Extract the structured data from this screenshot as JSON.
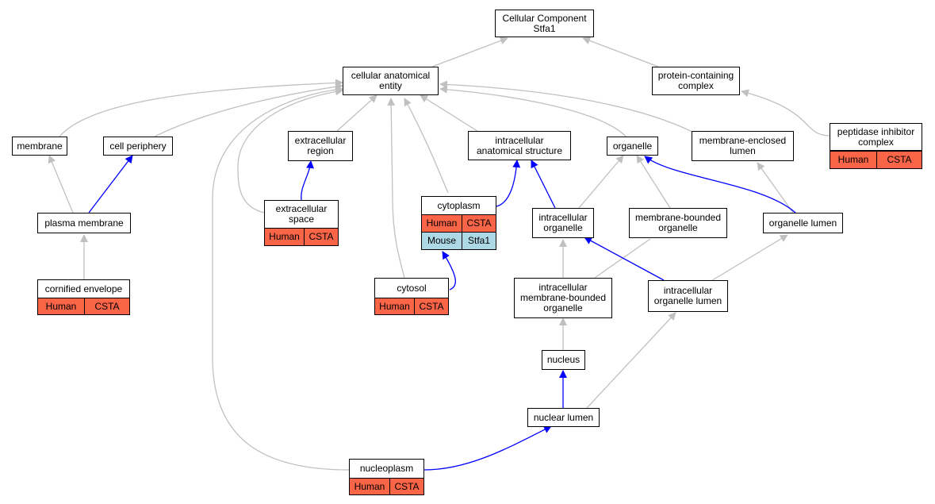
{
  "colors": {
    "inferred_edge": "#c0c0c0",
    "direct_edge": "#0000ff",
    "human_annotation": "#fa6447",
    "mouse_annotation": "#add8e6"
  },
  "nodes": {
    "root": "Cellular Component\nStfa1",
    "cellular_anatomical_entity": "cellular anatomical\nentity",
    "protein_containing_complex": "protein-containing\ncomplex",
    "membrane": "membrane",
    "cell_periphery": "cell periphery",
    "extracellular_region": "extracellular\nregion",
    "intracellular_anatomical_structure": "intracellular\nanatomical structure",
    "organelle": "organelle",
    "membrane_enclosed_lumen": "membrane-enclosed\nlumen",
    "peptidase_inhibitor_complex": "peptidase inhibitor\ncomplex",
    "plasma_membrane": "plasma membrane",
    "extracellular_space": "extracellular\nspace",
    "cytoplasm": "cytoplasm",
    "intracellular_organelle": "intracellular\norganelle",
    "membrane_bounded_organelle": "membrane-bounded\norganelle",
    "organelle_lumen": "organelle lumen",
    "cornified_envelope": "cornified envelope",
    "cytosol": "cytosol",
    "intracellular_membrane_bounded_organelle": "intracellular\nmembrane-bounded\norganelle",
    "intracellular_organelle_lumen": "intracellular\norganelle lumen",
    "nucleus": "nucleus",
    "nuclear_lumen": "nuclear lumen",
    "nucleoplasm": "nucleoplasm"
  },
  "annotations": {
    "peptidase_inhibitor_complex": [
      {
        "species": "Human",
        "gene": "CSTA"
      }
    ],
    "extracellular_space": [
      {
        "species": "Human",
        "gene": "CSTA"
      }
    ],
    "cytoplasm": [
      {
        "species": "Human",
        "gene": "CSTA"
      },
      {
        "species": "Mouse",
        "gene": "Stfa1"
      }
    ],
    "cornified_envelope": [
      {
        "species": "Human",
        "gene": "CSTA"
      }
    ],
    "cytosol": [
      {
        "species": "Human",
        "gene": "CSTA"
      }
    ],
    "nucleoplasm": [
      {
        "species": "Human",
        "gene": "CSTA"
      }
    ]
  }
}
